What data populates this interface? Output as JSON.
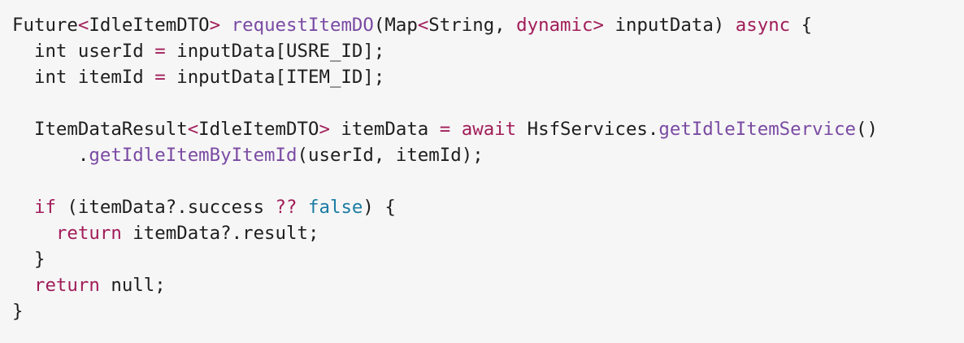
{
  "code": {
    "language": "dart",
    "lines": [
      {
        "tokens": [
          {
            "t": "Future",
            "k": "pl"
          },
          {
            "t": "<",
            "k": "kw"
          },
          {
            "t": "IdleItemDTO",
            "k": "pl"
          },
          {
            "t": ">",
            "k": "kw"
          },
          {
            "t": " ",
            "k": "pl"
          },
          {
            "t": "requestItemDO",
            "k": "fn"
          },
          {
            "t": "(Map",
            "k": "pl"
          },
          {
            "t": "<",
            "k": "kw"
          },
          {
            "t": "String, ",
            "k": "pl"
          },
          {
            "t": "dynamic",
            "k": "kw"
          },
          {
            "t": ">",
            "k": "kw"
          },
          {
            "t": " inputData) ",
            "k": "pl"
          },
          {
            "t": "async",
            "k": "kw"
          },
          {
            "t": " {",
            "k": "pl"
          }
        ]
      },
      {
        "tokens": [
          {
            "t": "  int userId ",
            "k": "pl"
          },
          {
            "t": "=",
            "k": "kw"
          },
          {
            "t": " inputData[USRE_ID];",
            "k": "pl"
          }
        ]
      },
      {
        "tokens": [
          {
            "t": "  int itemId ",
            "k": "pl"
          },
          {
            "t": "=",
            "k": "kw"
          },
          {
            "t": " inputData[ITEM_ID];",
            "k": "pl"
          }
        ]
      },
      {
        "tokens": []
      },
      {
        "tokens": [
          {
            "t": "  ItemDataResult",
            "k": "pl"
          },
          {
            "t": "<",
            "k": "kw"
          },
          {
            "t": "IdleItemDTO",
            "k": "pl"
          },
          {
            "t": ">",
            "k": "kw"
          },
          {
            "t": " itemData ",
            "k": "pl"
          },
          {
            "t": "=",
            "k": "kw"
          },
          {
            "t": " ",
            "k": "pl"
          },
          {
            "t": "await",
            "k": "kw"
          },
          {
            "t": " HsfServices.",
            "k": "pl"
          },
          {
            "t": "getIdleItemService",
            "k": "fn"
          },
          {
            "t": "()",
            "k": "pl"
          }
        ]
      },
      {
        "tokens": [
          {
            "t": "      .",
            "k": "pl"
          },
          {
            "t": "getIdleItemByItemId",
            "k": "fn"
          },
          {
            "t": "(userId, itemId);",
            "k": "pl"
          }
        ]
      },
      {
        "tokens": []
      },
      {
        "tokens": [
          {
            "t": "  ",
            "k": "pl"
          },
          {
            "t": "if",
            "k": "kw"
          },
          {
            "t": " (itemData?.success ",
            "k": "pl"
          },
          {
            "t": "??",
            "k": "kw"
          },
          {
            "t": " ",
            "k": "pl"
          },
          {
            "t": "false",
            "k": "lit"
          },
          {
            "t": ") {",
            "k": "pl"
          }
        ]
      },
      {
        "tokens": [
          {
            "t": "    ",
            "k": "pl"
          },
          {
            "t": "return",
            "k": "kw"
          },
          {
            "t": " itemData?.result;",
            "k": "pl"
          }
        ]
      },
      {
        "tokens": [
          {
            "t": "  }",
            "k": "pl"
          }
        ]
      },
      {
        "tokens": [
          {
            "t": "  ",
            "k": "pl"
          },
          {
            "t": "return",
            "k": "kw"
          },
          {
            "t": " null;",
            "k": "pl"
          }
        ]
      },
      {
        "tokens": [
          {
            "t": "}",
            "k": "pl"
          }
        ]
      }
    ]
  },
  "colors": {
    "background": "#f6f6f6",
    "plain": "#1e1e1e",
    "keyword": "#a11d59",
    "function": "#7a4aa3",
    "literal": "#1a7ba3"
  }
}
